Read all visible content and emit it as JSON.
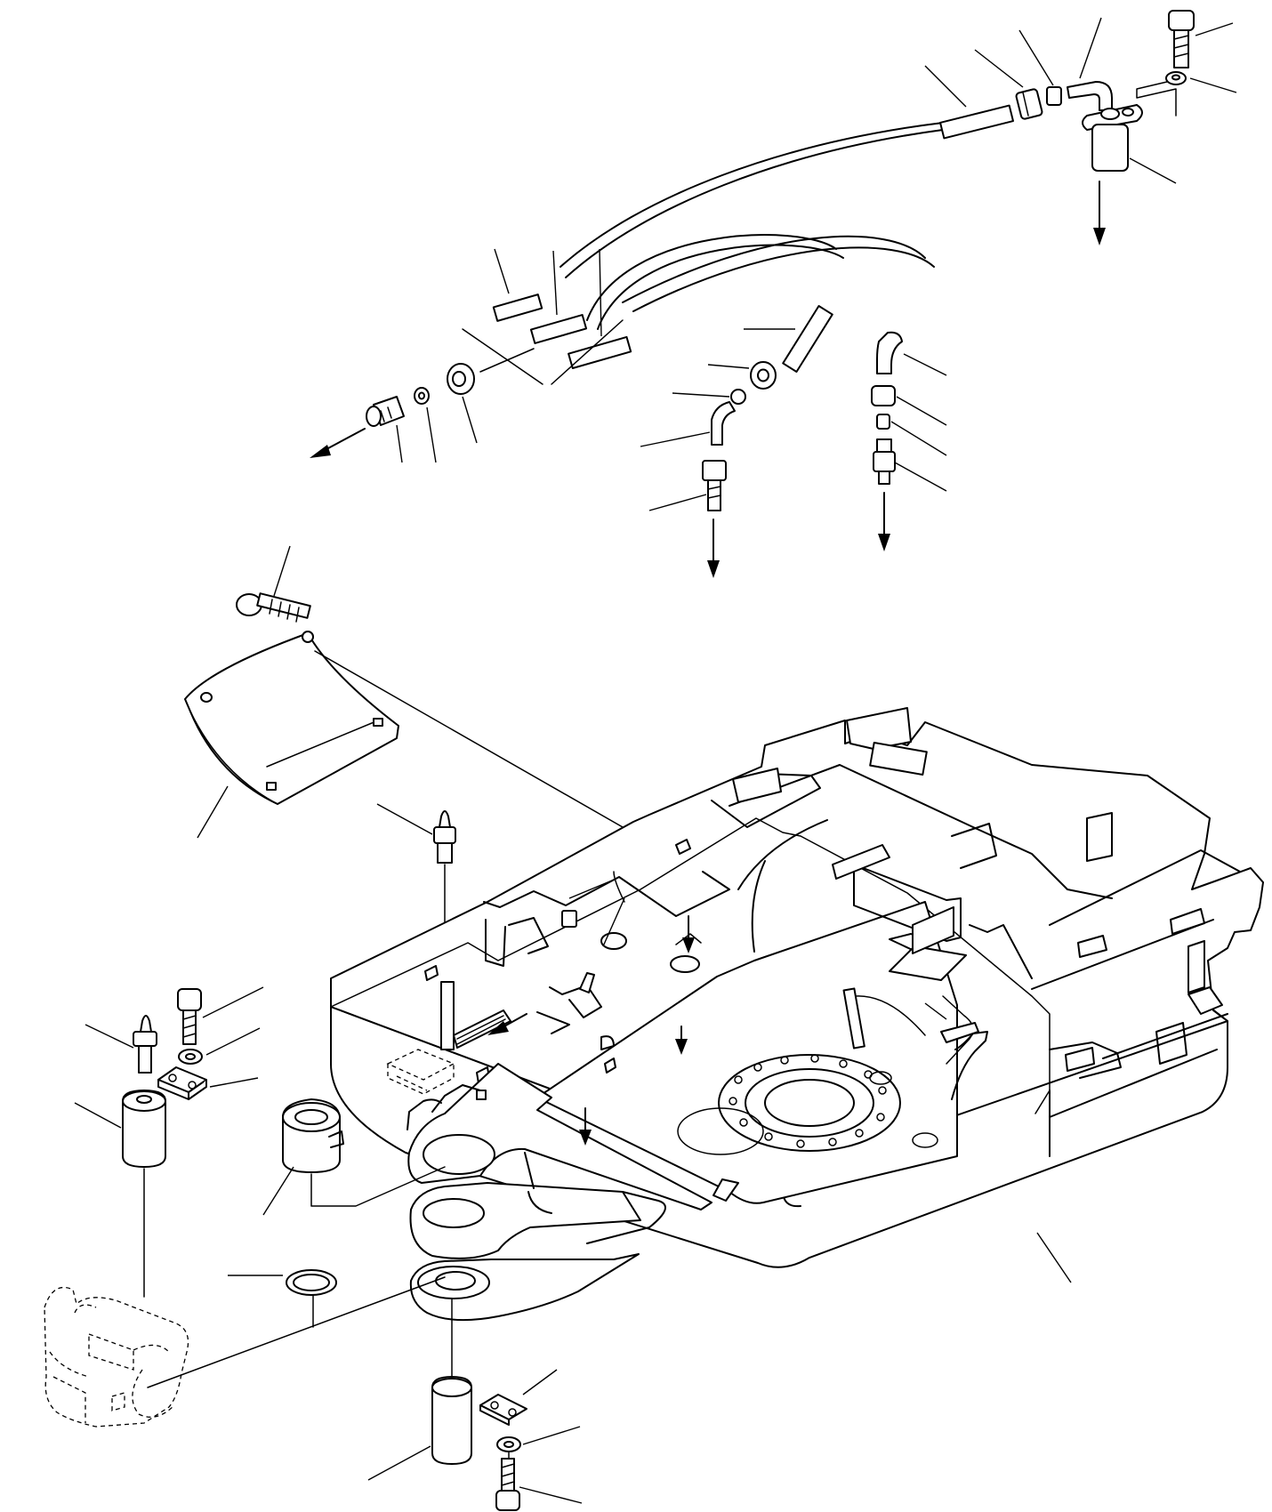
{
  "diagram": {
    "kind": "exploded parts view",
    "labels_printed": false,
    "callout_count": 37,
    "flow_arrow_count": 10
  }
}
